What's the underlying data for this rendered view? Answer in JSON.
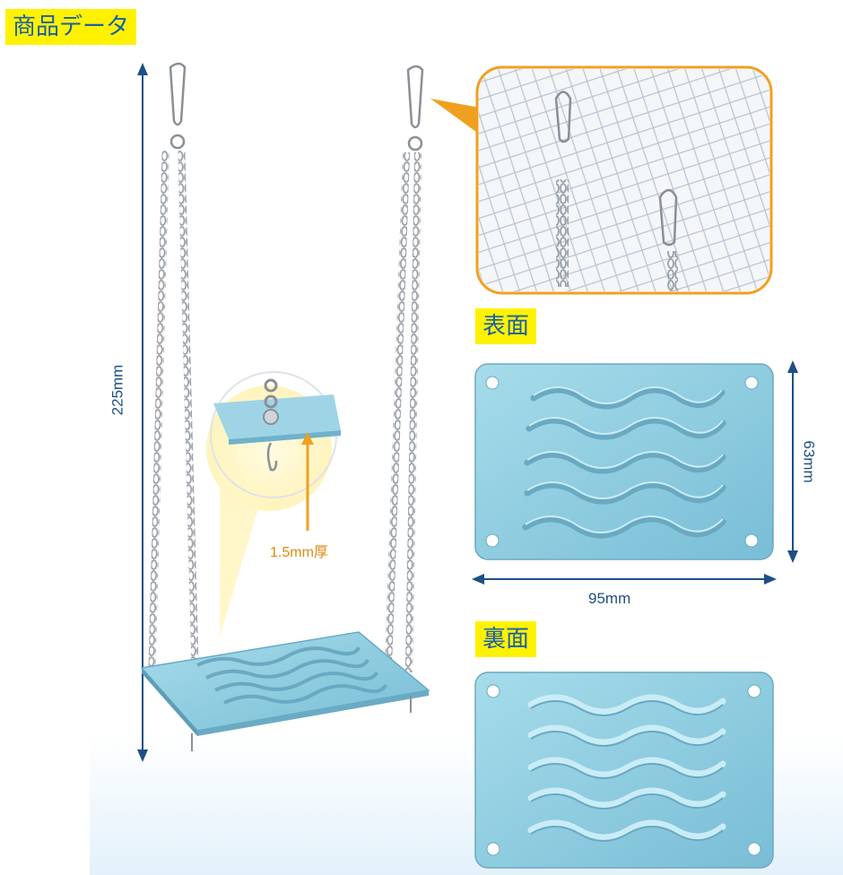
{
  "labels": {
    "product_data": "商品データ",
    "front_side": "表面",
    "back_side": "裏面"
  },
  "dimensions": {
    "height": "225mm",
    "thickness": "1.5mm厚",
    "plate_height": "63mm",
    "plate_width": "95mm"
  },
  "colors": {
    "label_background": "#fff200",
    "label_text": "#1a5fa8",
    "plate": "#8fd0e4",
    "accent": "#f0a020",
    "dimension_line": "#1d4f86"
  }
}
